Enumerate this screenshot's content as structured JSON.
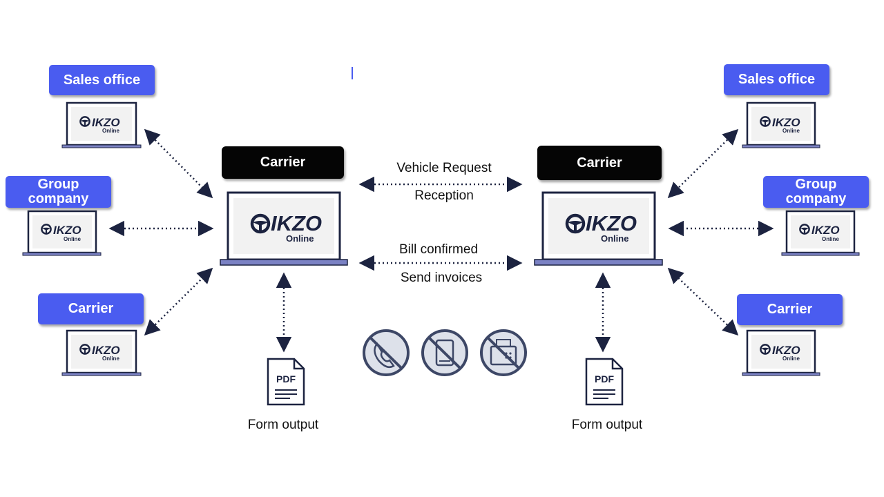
{
  "nodes": {
    "left_sales_office": "Sales office",
    "left_group_company": "Group company",
    "left_carrier_small": "Carrier",
    "left_carrier_main": "Carrier",
    "right_carrier_main": "Carrier",
    "right_sales_office": "Sales office",
    "right_group_company": "Group company",
    "right_carrier_small": "Carrier"
  },
  "logo": {
    "brand": "IKZO",
    "sub": "Online"
  },
  "exchange": {
    "line1_top": "Vehicle Request",
    "line1_bottom": "Reception",
    "line2_top": "Bill confirmed",
    "line2_bottom": "Send invoices"
  },
  "pdf_icon_label": "PDF",
  "outputs": {
    "left": "Form output",
    "right": "Form output"
  },
  "colors": {
    "accent": "#4a5cf0",
    "dark": "#050505",
    "laptop_base": "#7b82c4",
    "navy": "#1c2340"
  },
  "icons": [
    "no-phone-icon",
    "no-mobile-icon",
    "no-fax-icon"
  ]
}
